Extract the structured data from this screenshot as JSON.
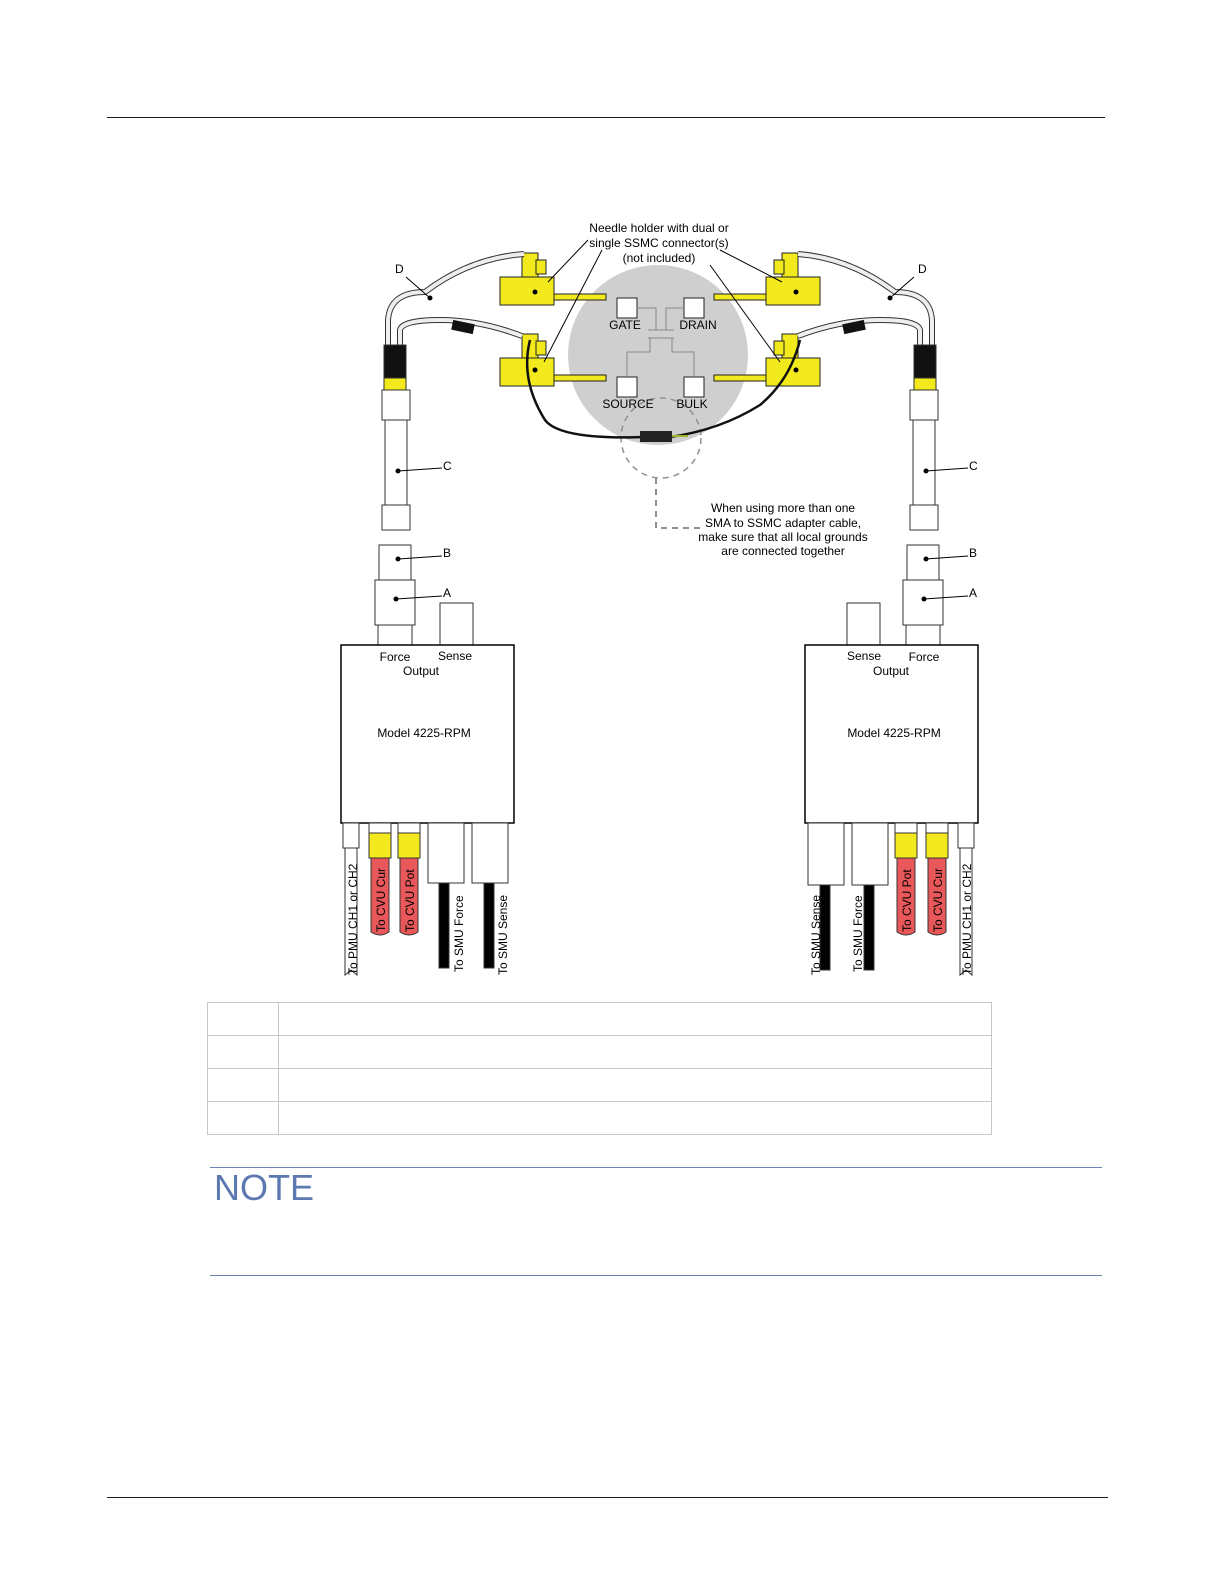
{
  "labels": {
    "needle_holder": [
      "Needle holder with dual or",
      "single SSMC connector(s)",
      "(not included)"
    ],
    "gate": "GATE",
    "drain": "DRAIN",
    "source": "SOURCE",
    "bulk": "BULK",
    "ground_note": [
      "When using more than one",
      "SMA to SSMC adapter cable,",
      "make sure that all local grounds",
      "are connected together"
    ],
    "callout_a": "A",
    "callout_b": "B",
    "callout_c": "C",
    "callout_d": "D",
    "force": "Force",
    "sense": "Sense",
    "output": "Output",
    "model": "Model 4225-RPM",
    "to_cvu_cur": "To CVU Cur",
    "to_cvu_pot": "To CVU Pot",
    "to_smu_force": "To SMU Force",
    "to_smu_sense": "To SMU Sense",
    "to_pmu": "To PMU CH1 or CH2"
  },
  "legend_rows": [
    {
      "key": "",
      "value": ""
    },
    {
      "key": "",
      "value": ""
    },
    {
      "key": "",
      "value": ""
    },
    {
      "key": "",
      "value": ""
    }
  ],
  "note": {
    "title": "NOTE"
  },
  "colors": {
    "connector_yellow": "#f2ea1c",
    "chuck_gray": "#cfcfcf",
    "cable_red": "#e8585a",
    "note_blue": "#5b79b0"
  }
}
